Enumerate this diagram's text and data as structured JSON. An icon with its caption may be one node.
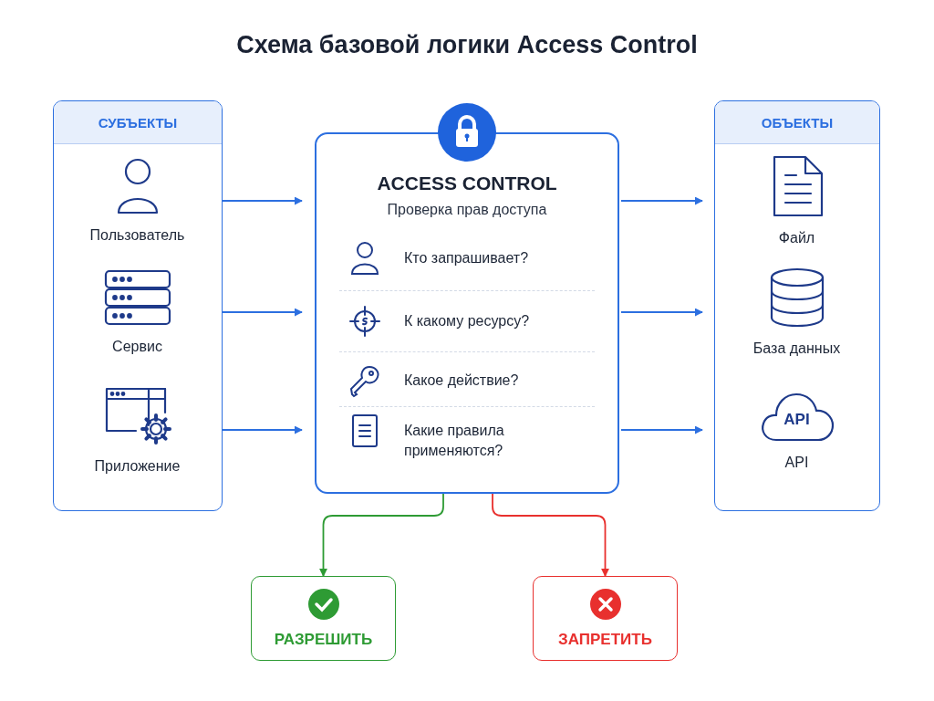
{
  "diagram": {
    "title": "Схема базовой логики Access Control",
    "nodes": [
      {
        "text": [
          "СУБЪЕКТЫ"
        ]
      },
      {
        "text": [
          "Пользователь"
        ],
        "in": 0
      },
      {
        "text": [
          "Сервис"
        ],
        "in": 0
      },
      {
        "text": [
          "Приложение"
        ],
        "in": 0
      },
      {
        "text": [
          "ACCESS CONTROL",
          "Проверка прав доступа",
          "Кто запрашивает?",
          "К какому ресурсу?",
          "Какое действие?",
          "Какие правила применяются?"
        ]
      },
      {
        "text": [
          "ОБЪЕКТЫ"
        ]
      },
      {
        "text": [
          "Файл"
        ],
        "in": 5
      },
      {
        "text": [
          "База данных"
        ],
        "in": 5
      },
      {
        "text": [
          "API",
          "API"
        ],
        "in": 5
      },
      {
        "text": [
          "РАЗРЕШИТЬ"
        ]
      },
      {
        "text": [
          "ЗАПРЕТИТЬ"
        ]
      }
    ],
    "edges": [
      {
        "from": 1,
        "to": 4,
        "arrow": "to"
      },
      {
        "from": 2,
        "to": 4,
        "arrow": "to"
      },
      {
        "from": 3,
        "to": 4,
        "arrow": "to"
      },
      {
        "from": 4,
        "to": 6,
        "arrow": "to"
      },
      {
        "from": 4,
        "to": 7,
        "arrow": "to"
      },
      {
        "from": 4,
        "to": 8,
        "arrow": "to"
      },
      {
        "from": 4,
        "to": 9,
        "arrow": "to",
        "color": "#2e9b34"
      },
      {
        "from": 4,
        "to": 10,
        "arrow": "to",
        "color": "#e8302e"
      }
    ]
  }
}
